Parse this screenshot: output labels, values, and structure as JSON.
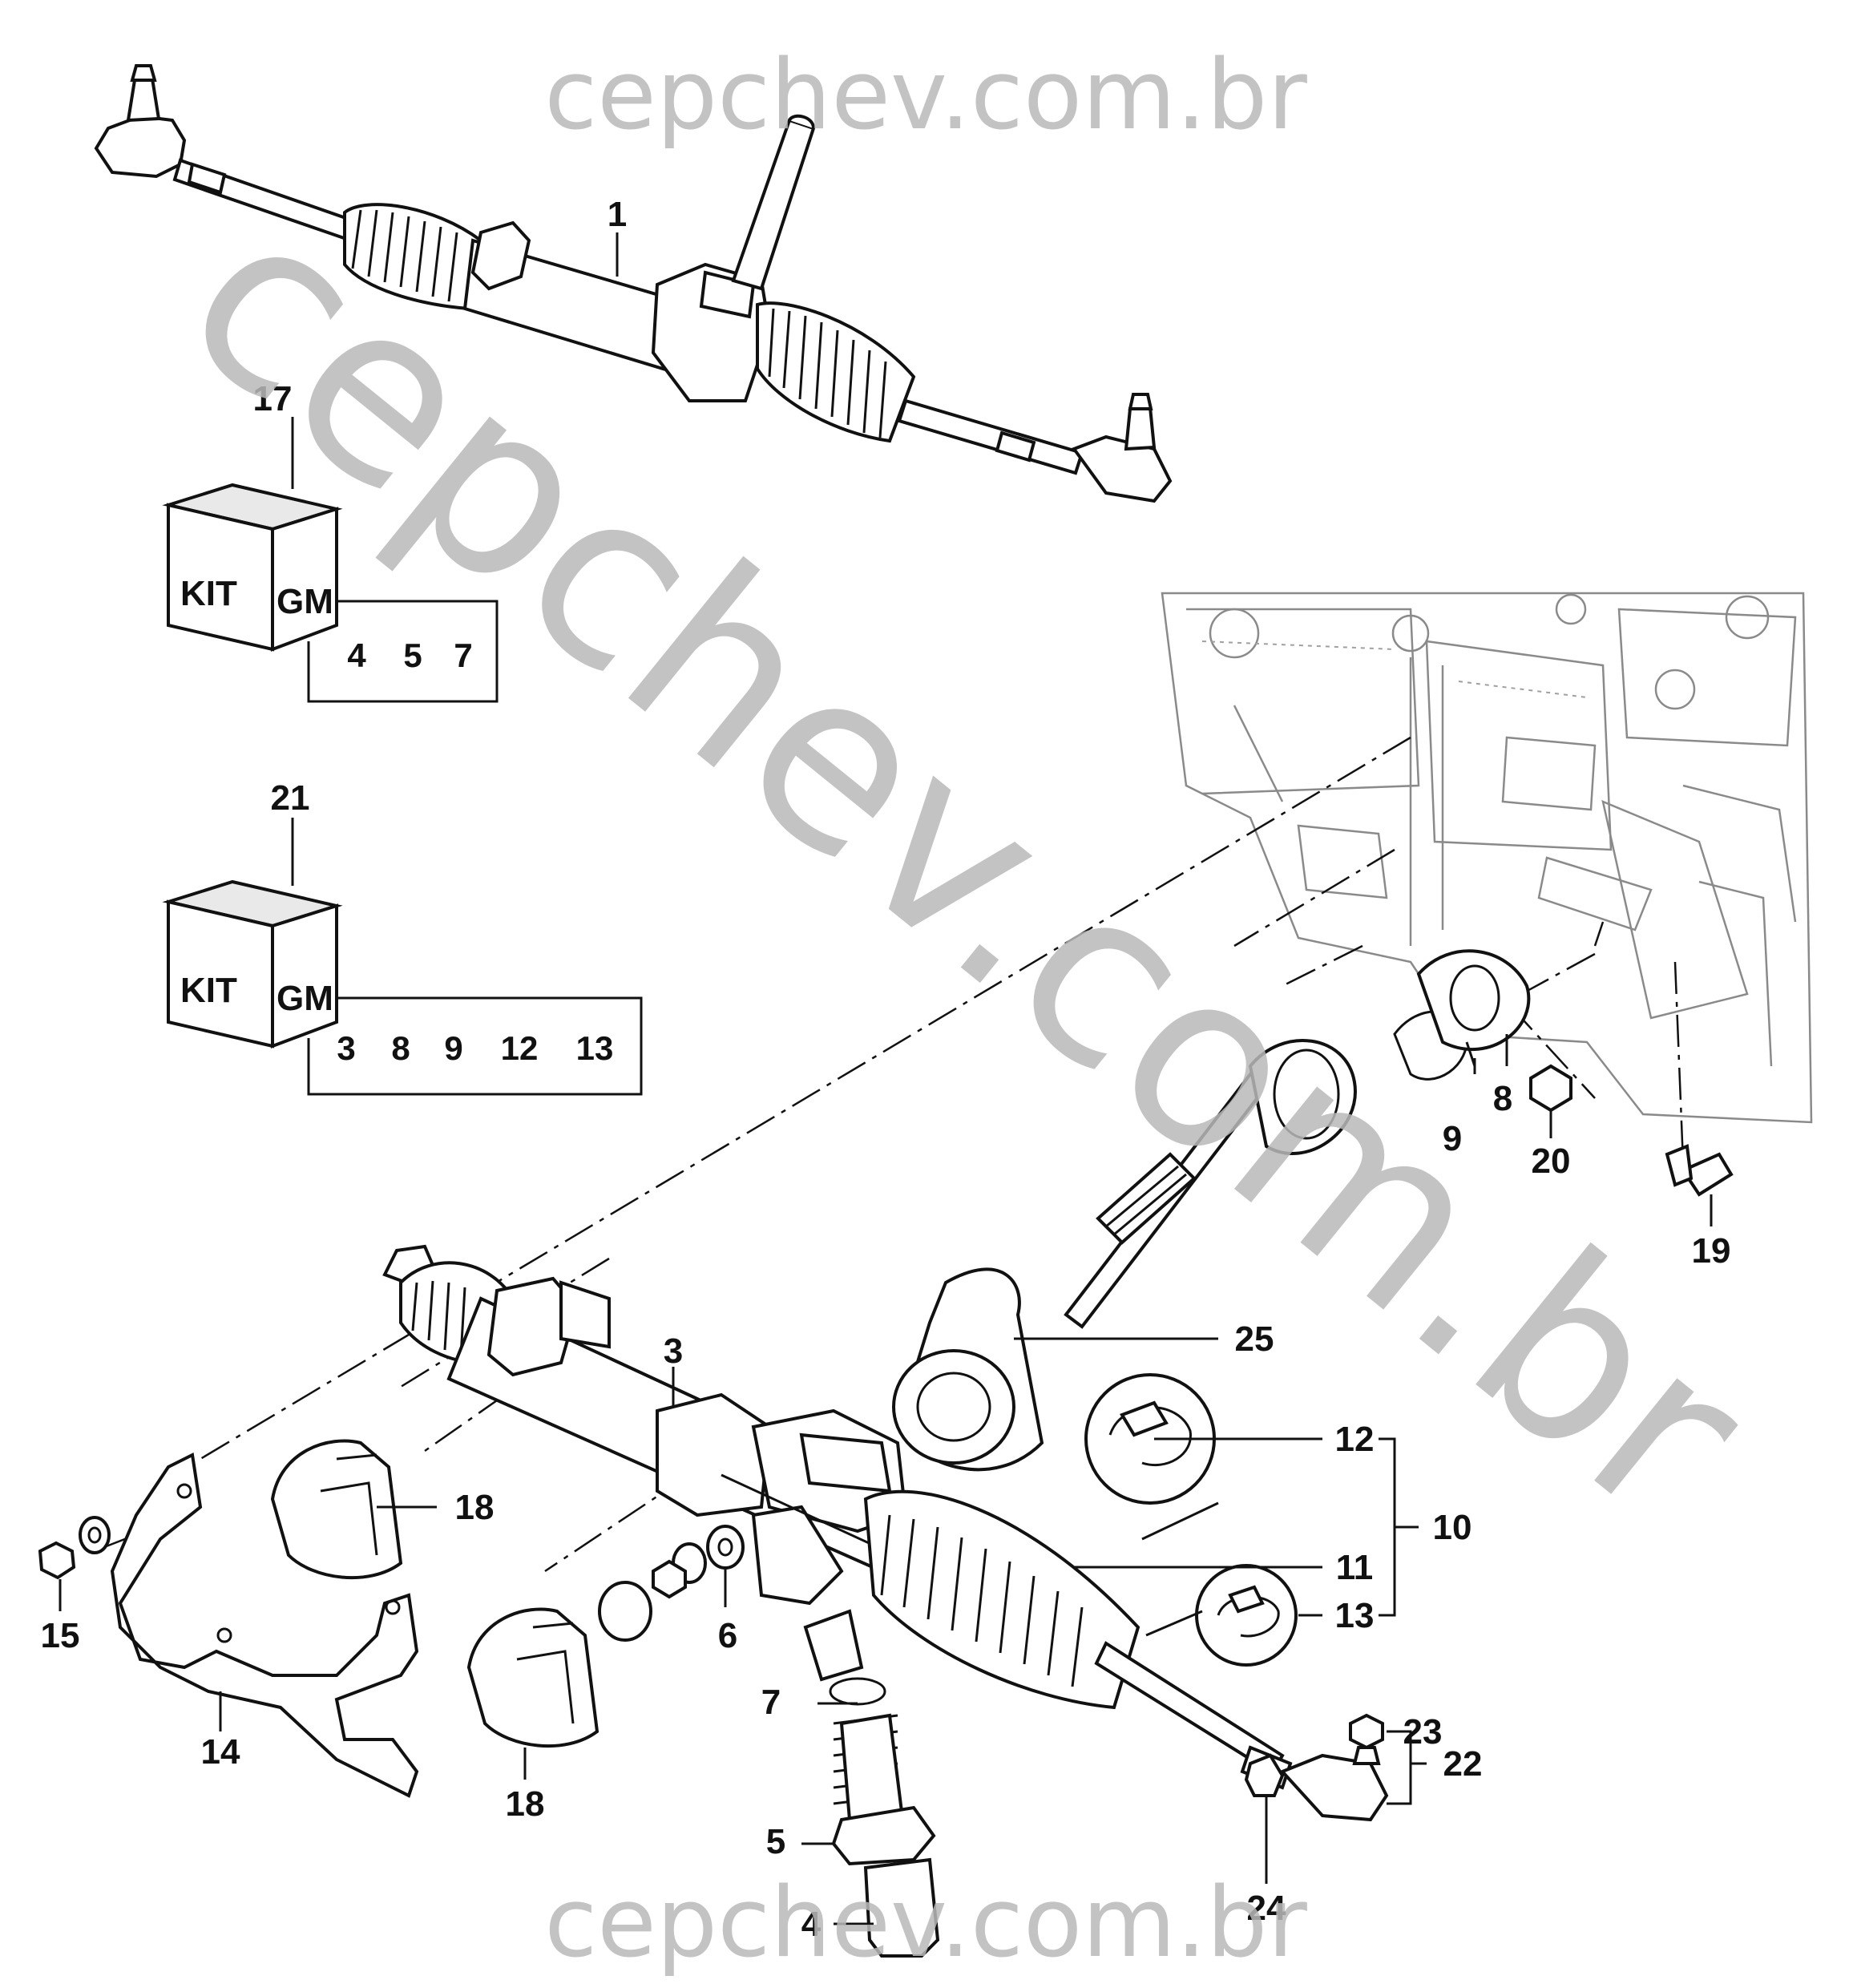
{
  "watermarks": {
    "top": "cepchev.com.br",
    "bottom": "cepchev.com.br",
    "diagonal": "cepchev.com.br"
  },
  "kits": [
    {
      "callout": "17",
      "logo_left": "KIT",
      "logo_right": "GM",
      "items": [
        "4",
        "5",
        "7"
      ]
    },
    {
      "callout": "21",
      "logo_left": "KIT",
      "logo_right": "GM",
      "items": [
        "3",
        "8",
        "9",
        "12",
        "13"
      ]
    }
  ],
  "callouts": [
    "1",
    "3",
    "4",
    "5",
    "6",
    "7",
    "8",
    "9",
    "10",
    "11",
    "12",
    "13",
    "14",
    "15",
    "18",
    "18",
    "19",
    "20",
    "22",
    "23",
    "24",
    "25"
  ]
}
